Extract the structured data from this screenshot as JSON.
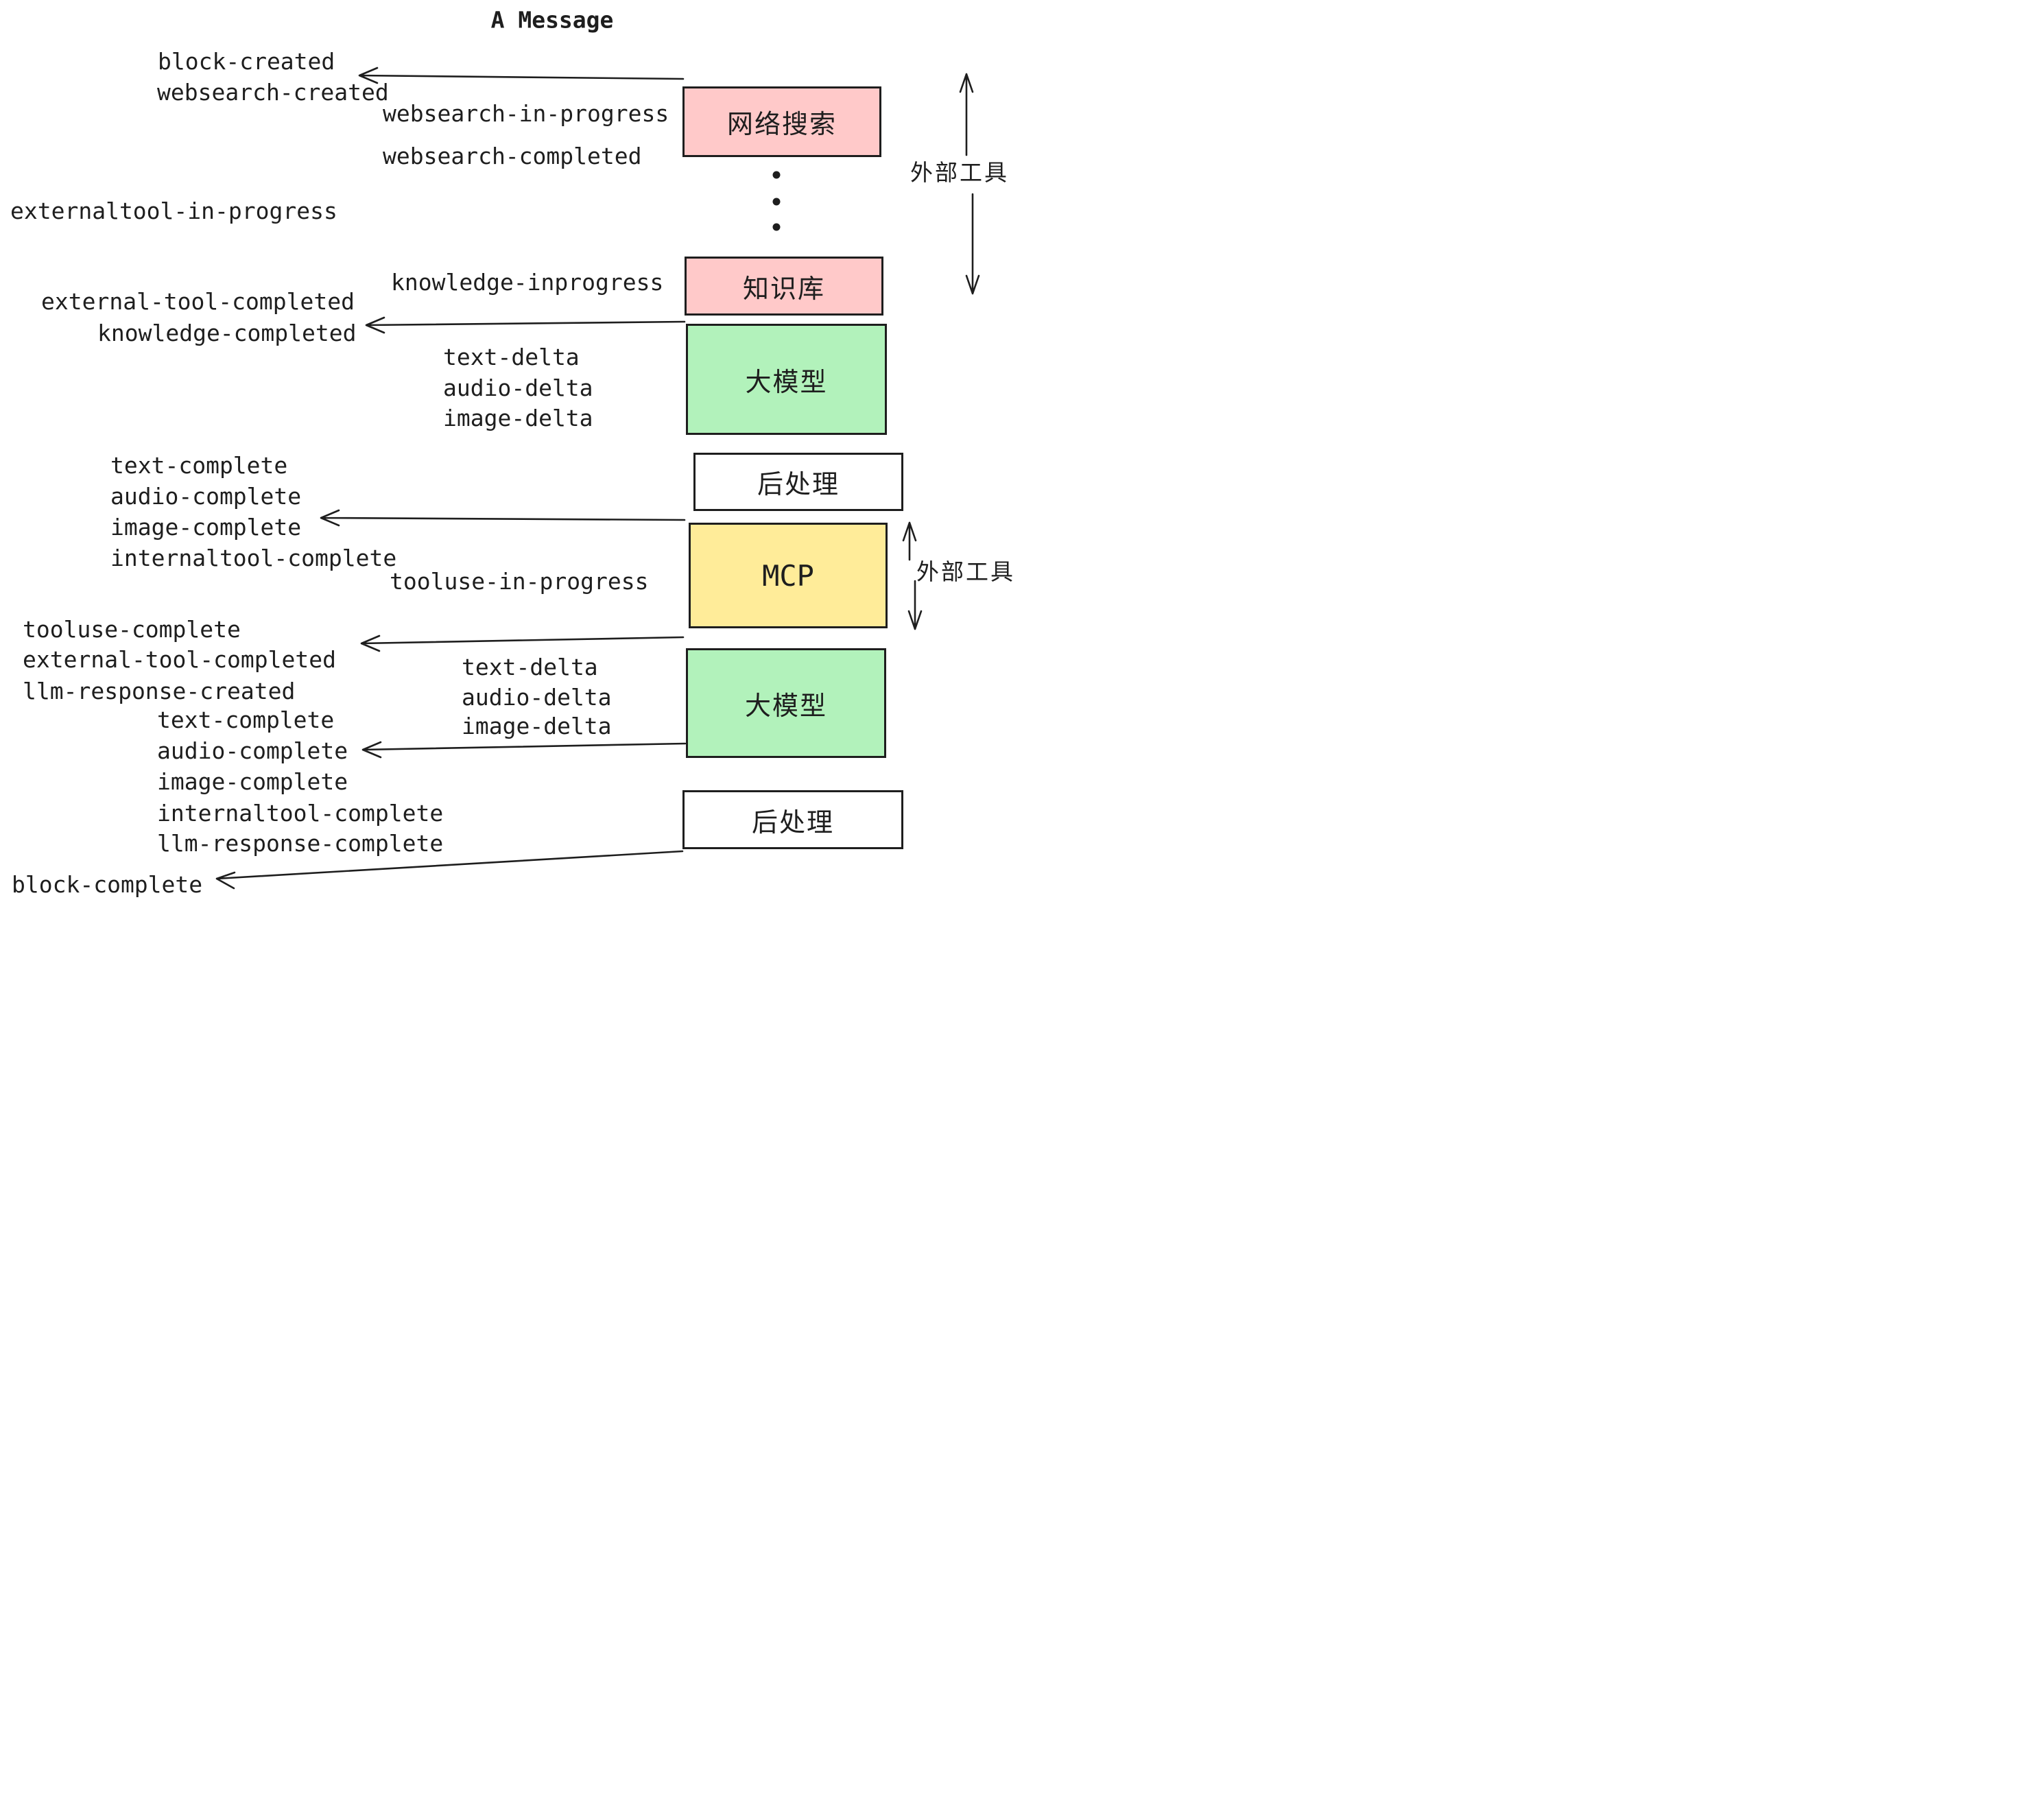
{
  "title": "A Message",
  "colors": {
    "box_pink": "#ffc9c9",
    "box_green": "#b2f2bb",
    "box_yellow": "#ffec99",
    "box_white": "#ffffff",
    "ink": "#1e1e1e"
  },
  "boxes": [
    {
      "label": "网络搜索"
    },
    {
      "label": "知识库"
    },
    {
      "label": "大模型"
    },
    {
      "label": "后处理"
    },
    {
      "label": "MCP"
    },
    {
      "label": "大模型"
    },
    {
      "label": "后处理"
    }
  ],
  "events": [
    {
      "text": "block-created"
    },
    {
      "text": "websearch-created"
    },
    {
      "text": "websearch-in-progress"
    },
    {
      "text": "websearch-completed"
    },
    {
      "text": "externaltool-in-progress"
    },
    {
      "text": "knowledge-inprogress"
    },
    {
      "text": "external-tool-completed"
    },
    {
      "text": "knowledge-completed"
    },
    {
      "text": "text-delta"
    },
    {
      "text": "audio-delta"
    },
    {
      "text": "image-delta"
    },
    {
      "text": "text-complete"
    },
    {
      "text": "audio-complete"
    },
    {
      "text": "image-complete"
    },
    {
      "text": "internaltool-complete"
    },
    {
      "text": "tooluse-in-progress"
    },
    {
      "text": "tooluse-complete"
    },
    {
      "text": "external-tool-completed"
    },
    {
      "text": "llm-response-created"
    },
    {
      "text": "text-delta"
    },
    {
      "text": "audio-delta"
    },
    {
      "text": "image-delta"
    },
    {
      "text": "text-complete"
    },
    {
      "text": "audio-complete"
    },
    {
      "text": "image-complete"
    },
    {
      "text": "internaltool-complete"
    },
    {
      "text": "llm-response-complete"
    },
    {
      "text": "block-complete"
    }
  ],
  "side_labels": [
    {
      "text": "外部工具"
    },
    {
      "text": "外部工具"
    }
  ]
}
